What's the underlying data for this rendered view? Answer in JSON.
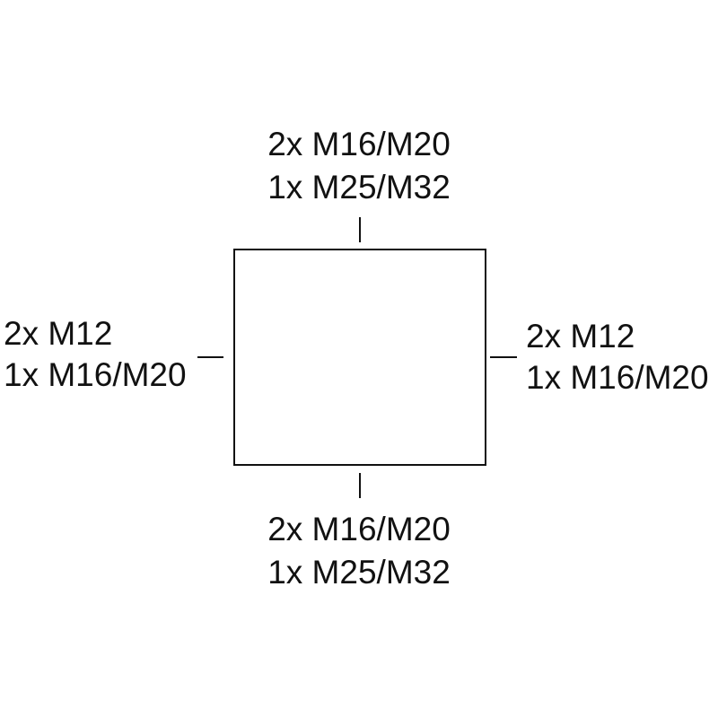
{
  "diagram": {
    "top": {
      "line1": "2x M16/M20",
      "line2": "1x M25/M32"
    },
    "bottom": {
      "line1": "2x M16/M20",
      "line2": "1x M25/M32"
    },
    "left": {
      "line1": "2x M12",
      "line2": "1x M16/M20"
    },
    "right": {
      "line1": "2x M12",
      "line2": "1x M16/M20"
    }
  }
}
